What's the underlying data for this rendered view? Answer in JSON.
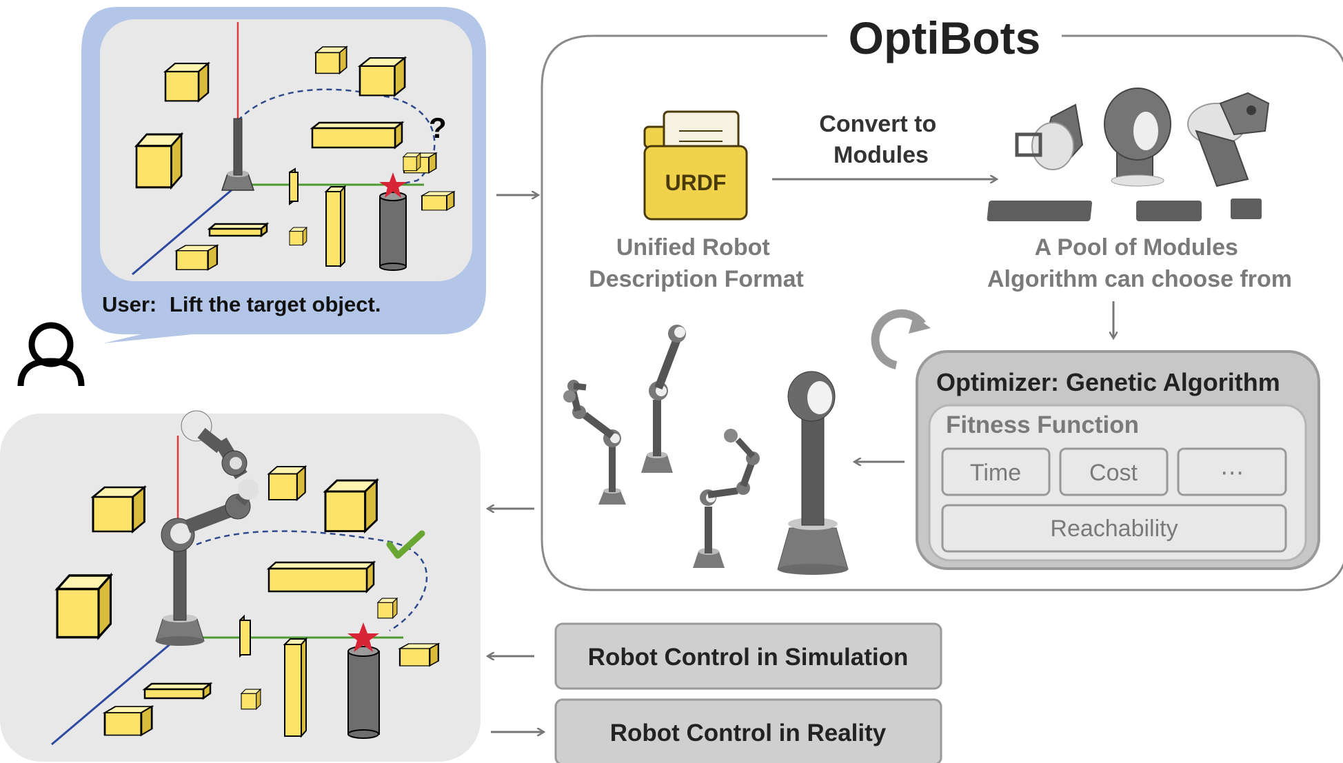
{
  "title": "OptiBots",
  "user_prompt": {
    "speaker": "User:",
    "text": "Lift the target object."
  },
  "question_mark": "?",
  "convert_label": {
    "line1": "Convert to",
    "line2": "Modules"
  },
  "urdf": {
    "icon_label": "URDF",
    "line1": "Unified Robot",
    "line2": "Description Format"
  },
  "pool": {
    "line1": "A Pool of Modules",
    "line2": "Algorithm can choose from"
  },
  "optimizer": {
    "title": "Optimizer: Genetic Algorithm",
    "fitness_title": "Fitness Function",
    "criteria": [
      "Time",
      "Cost",
      "⋯"
    ],
    "reachability": "Reachability"
  },
  "controls": {
    "simulation": "Robot Control in Simulation",
    "reality": "Robot Control in Reality"
  },
  "icons": [
    "user-icon",
    "folder-icon",
    "refresh-icon",
    "check-icon",
    "target-star-icon"
  ],
  "colors": {
    "panel_blue": "#b4c6e7",
    "panel_gray": "#e8e8e8",
    "box_yellow": "#fde36a",
    "box_side": "#d9bc3c",
    "robot_gray": "#6e6e6e",
    "star_red": "#d82535",
    "check_green": "#6aa632",
    "path_blue": "#2e4a8c",
    "axis_red": "#e03a3a",
    "axis_green": "#4e9a32",
    "axis_blue": "#2e4aa0",
    "optimizer_fill": "#c7c7c7",
    "button_fill": "#cfcfcf"
  }
}
